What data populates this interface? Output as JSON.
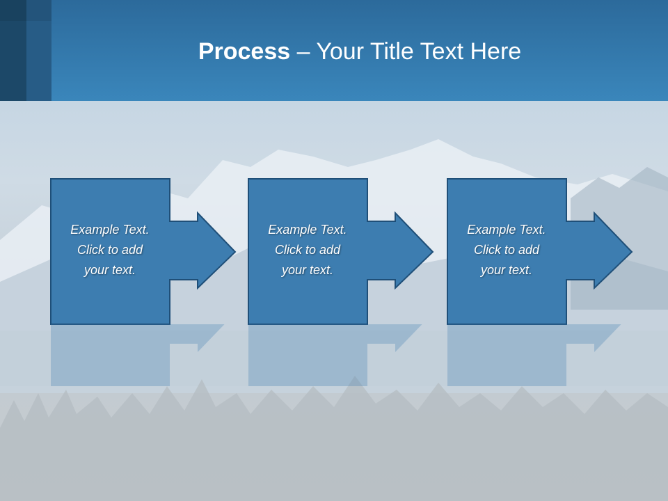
{
  "slide": {
    "title_bold": "Process",
    "title_rest": " – Your Title Text Here",
    "steps": [
      {
        "text": "Example Text.\nClick  to add\nyour text."
      },
      {
        "text": "Example Text.\nClick  to add\nyour text."
      },
      {
        "text": "Example Text.\nClick  to add\nyour text."
      }
    ]
  },
  "colors": {
    "header": "#3a86bb",
    "step_fill": "#3d7db0",
    "step_stroke": "#1f4f78",
    "text": "#ffffff"
  }
}
